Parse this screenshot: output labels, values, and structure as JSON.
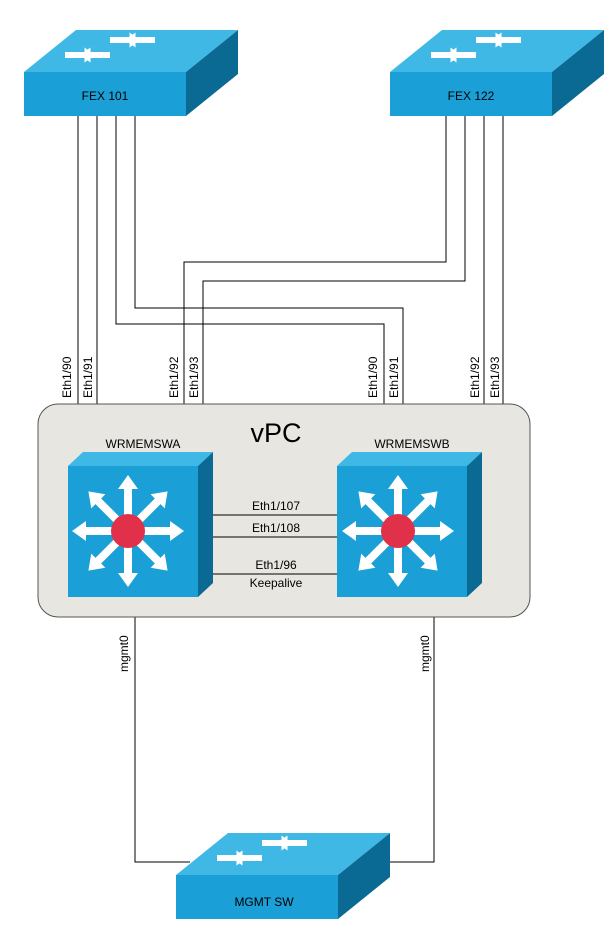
{
  "colors": {
    "device_front": "#1a9fd6",
    "device_top": "#3fb8e6",
    "device_side": "#0a6a94",
    "switch_center": "#e0304a",
    "vpc_fill": "#e7e6e1",
    "vpc_stroke": "#555555",
    "wire": "#000000"
  },
  "icons": {
    "fex_left": "switch-icon",
    "fex_right": "switch-icon",
    "core_a": "multilayer-switch-icon",
    "core_b": "multilayer-switch-icon",
    "mgmt": "switch-icon"
  },
  "devices": {
    "fex_left": "FEX 101",
    "fex_right": "FEX 122",
    "switch_a": "WRMEMSWA",
    "switch_b": "WRMEMSWB",
    "mgmt": "MGMT SW"
  },
  "vpc": {
    "title": "vPC"
  },
  "ports": {
    "a_90": "Eth1/90",
    "a_91": "Eth1/91",
    "a_92": "Eth1/92",
    "a_93": "Eth1/93",
    "b_90": "Eth1/90",
    "b_91": "Eth1/91",
    "b_92": "Eth1/92",
    "b_93": "Eth1/93"
  },
  "peer_links": {
    "link1": "Eth1/107",
    "link2": "Eth1/108",
    "link3": "Eth1/96",
    "keepalive": "Keepalive"
  },
  "mgmt_ports": {
    "a": "mgmt0",
    "b": "mgmt0"
  }
}
